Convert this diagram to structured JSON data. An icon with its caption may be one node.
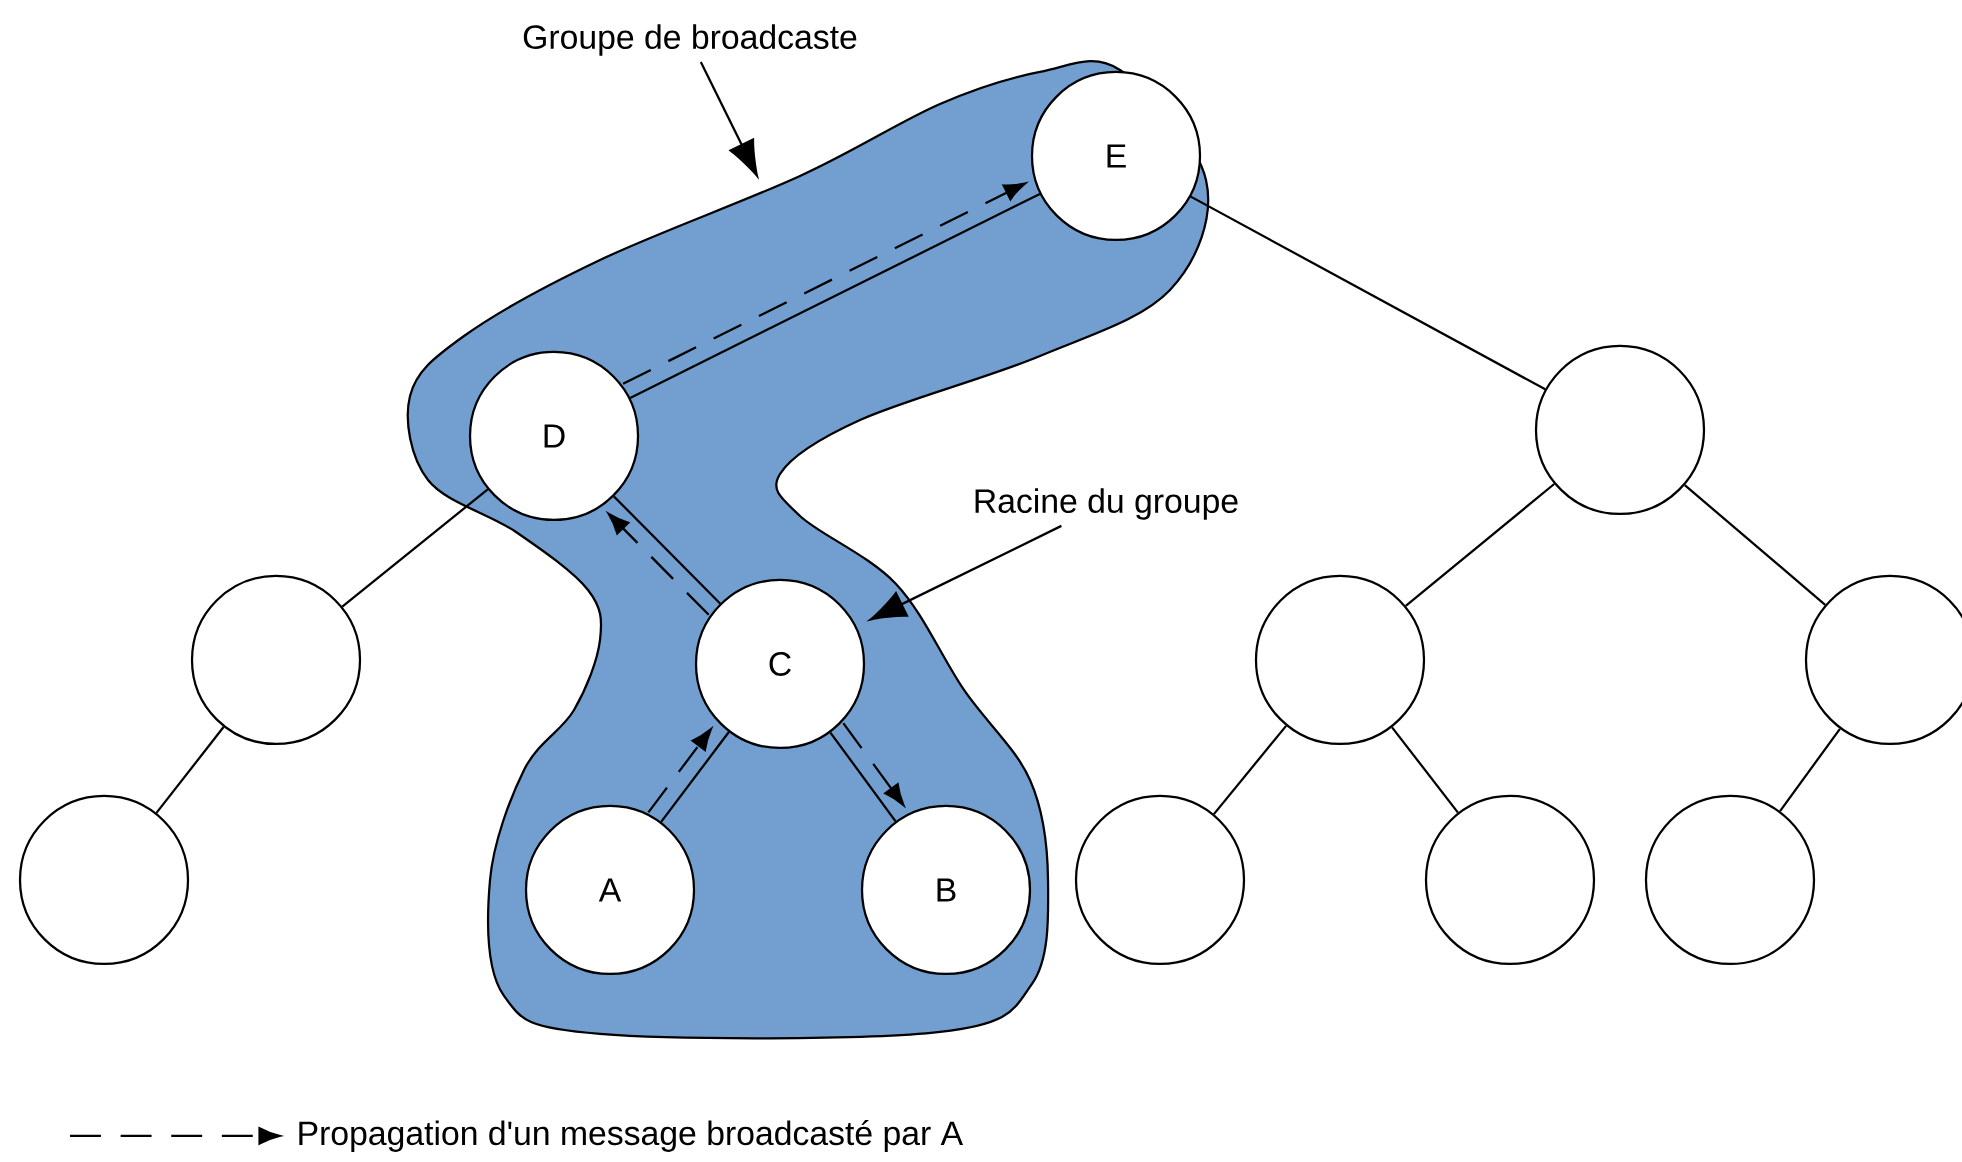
{
  "diagram": {
    "nodes": [
      {
        "text": [
          "Groupe de broadcaste"
        ]
      },
      {
        "text": [],
        "shape": "blob"
      },
      {
        "text": [
          "E"
        ],
        "in": 1
      },
      {
        "text": [
          "D"
        ],
        "in": 1
      },
      {
        "text": [
          "Racine du groupe"
        ]
      },
      {
        "text": [],
        "shape": "circle"
      },
      {
        "text": [],
        "shape": "circle"
      },
      {
        "text": [
          "C"
        ],
        "in": 1
      },
      {
        "text": [],
        "shape": "circle"
      },
      {
        "text": [],
        "shape": "circle"
      },
      {
        "text": [],
        "shape": "circle"
      },
      {
        "text": [
          "A"
        ],
        "in": 1
      },
      {
        "text": [
          "B"
        ],
        "in": 1
      },
      {
        "text": [],
        "shape": "circle"
      },
      {
        "text": [],
        "shape": "circle"
      },
      {
        "text": [],
        "shape": "circle"
      }
    ],
    "edges": [
      {
        "from": 2,
        "to": 3,
        "arrow": "none"
      },
      {
        "from": 2,
        "to": 5,
        "arrow": "none"
      },
      {
        "from": 3,
        "to": 6,
        "arrow": "none"
      },
      {
        "from": 3,
        "to": 7,
        "arrow": "none"
      },
      {
        "from": 6,
        "to": 10,
        "arrow": "none"
      },
      {
        "from": 7,
        "to": 11,
        "arrow": "none"
      },
      {
        "from": 7,
        "to": 12,
        "arrow": "none"
      },
      {
        "from": 5,
        "to": 8,
        "arrow": "none"
      },
      {
        "from": 5,
        "to": 9,
        "arrow": "none"
      },
      {
        "from": 8,
        "to": 13,
        "arrow": "none"
      },
      {
        "from": 8,
        "to": 14,
        "arrow": "none"
      },
      {
        "from": 9,
        "to": 15,
        "arrow": "none"
      },
      {
        "from": 11,
        "to": 7,
        "arrow": "to",
        "style": "dashed"
      },
      {
        "from": 7,
        "to": 3,
        "arrow": "to",
        "style": "dashed"
      },
      {
        "from": 3,
        "to": 2,
        "arrow": "to",
        "style": "dashed"
      },
      {
        "from": 7,
        "to": 12,
        "arrow": "to",
        "style": "dashed"
      },
      {
        "from": 0,
        "to": 1,
        "arrow": "to"
      },
      {
        "from": 4,
        "to": 7,
        "arrow": "to"
      }
    ],
    "legend": [
      {
        "text": "Propagation d'un message broadcasté par A"
      }
    ]
  }
}
